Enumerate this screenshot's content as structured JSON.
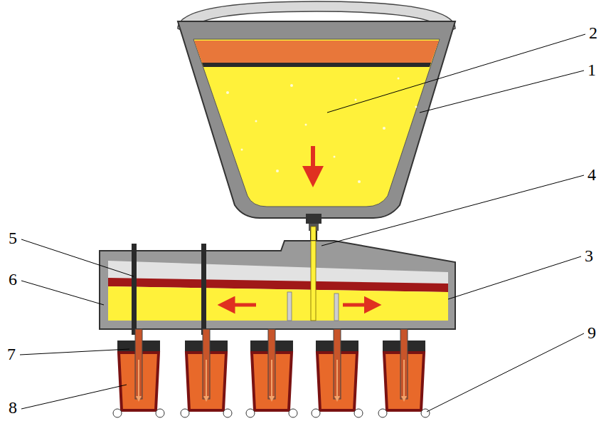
{
  "diagram": {
    "labels": [
      "2",
      "1",
      "4",
      "5",
      "3",
      "6",
      "9",
      "7",
      "8"
    ]
  }
}
